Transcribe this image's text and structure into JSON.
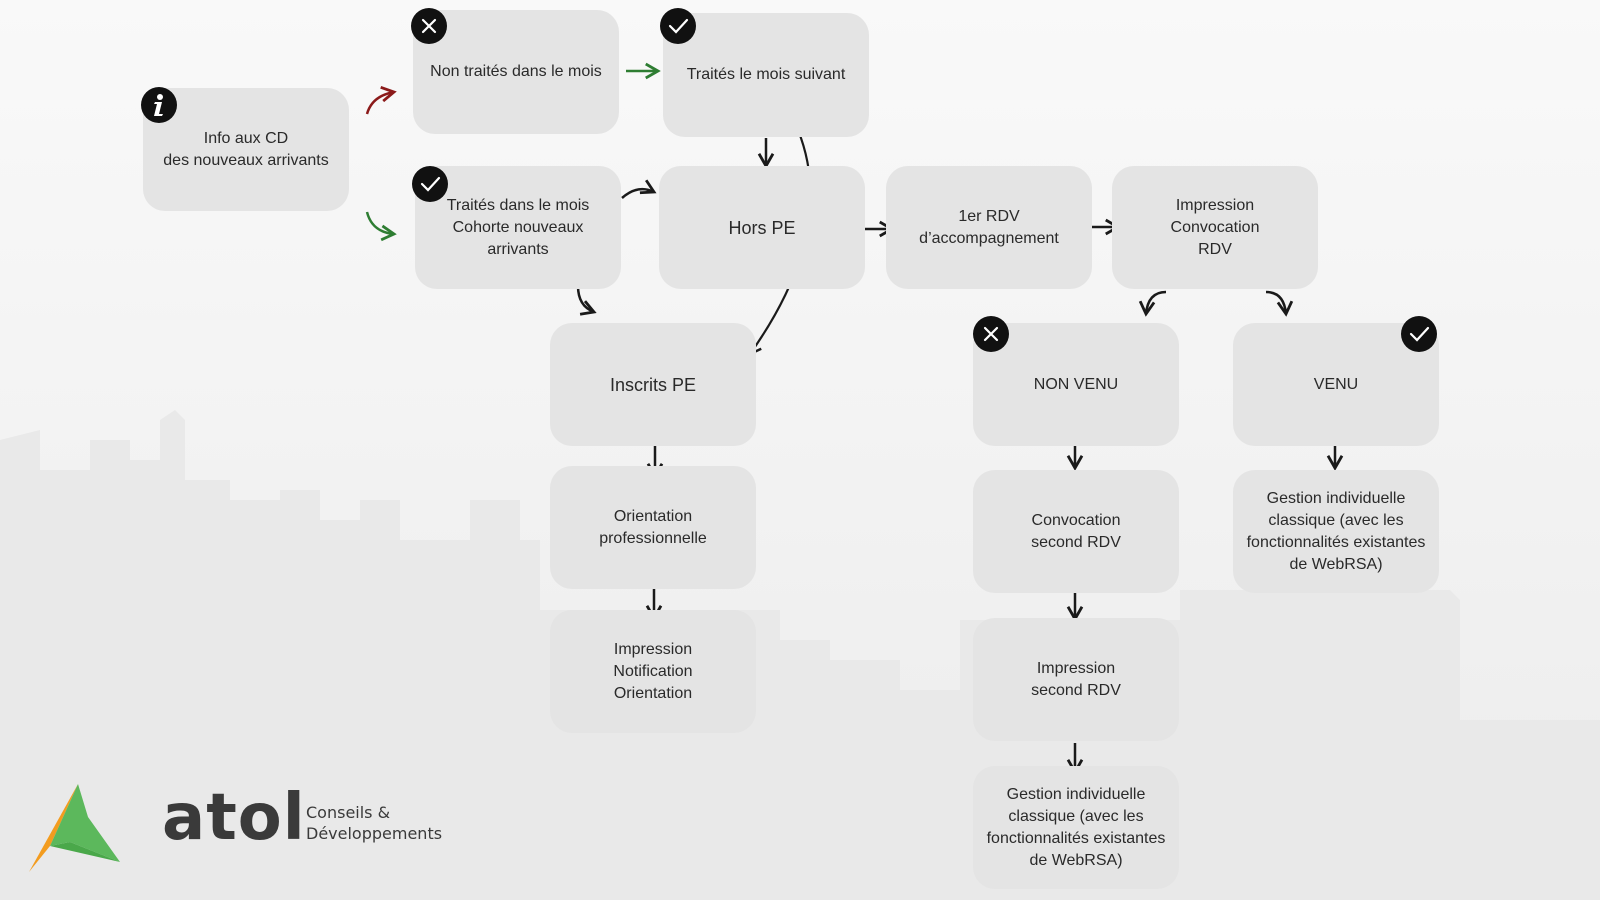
{
  "nodes": {
    "info": "Info aux CD\ndes nouveaux arrivants",
    "non_traites": "Non traités dans le mois",
    "traites_suivant": "Traités le mois suivant",
    "traites_mois": "Traités dans le mois\nCohorte nouveaux arrivants",
    "hors_pe": "Hors PE",
    "premier_rdv": "1er RDV\nd’accompagnement",
    "impression_convocation": "Impression\nConvocation\nRDV",
    "inscrits_pe": "Inscrits PE",
    "orientation_pro": "Orientation\nprofessionnelle",
    "impression_notification": "Impression\nNotification\nOrientation",
    "non_venu": "NON VENU",
    "venu": "VENU",
    "convocation_second": "Convocation\nsecond RDV",
    "gestion_venu": "Gestion individuelle\nclassique (avec les\nfonctionnalités existantes\nde WebRSA)",
    "impression_second": "Impression\nsecond RDV",
    "gestion_non_venu": "Gestion individuelle\nclassique (avec les\nfonctionnalités existantes\nde WebRSA)"
  },
  "badges": {
    "info": "info-icon",
    "non_traites": "cross-icon",
    "traites_suivant": "check-icon",
    "traites_mois": "check-icon",
    "non_venu": "cross-icon",
    "venu": "check-icon"
  },
  "colors": {
    "box": "#e4e4e4",
    "arrow_dark": "#1a1a1a",
    "arrow_green": "#2e7d32",
    "arrow_red": "#8b1a1a",
    "badge": "#111111",
    "logo_orange": "#f39c1f",
    "logo_green": "#5cb85c"
  },
  "logo": {
    "brand": "atol",
    "tagline": "Conseils &\nDéveloppements"
  }
}
